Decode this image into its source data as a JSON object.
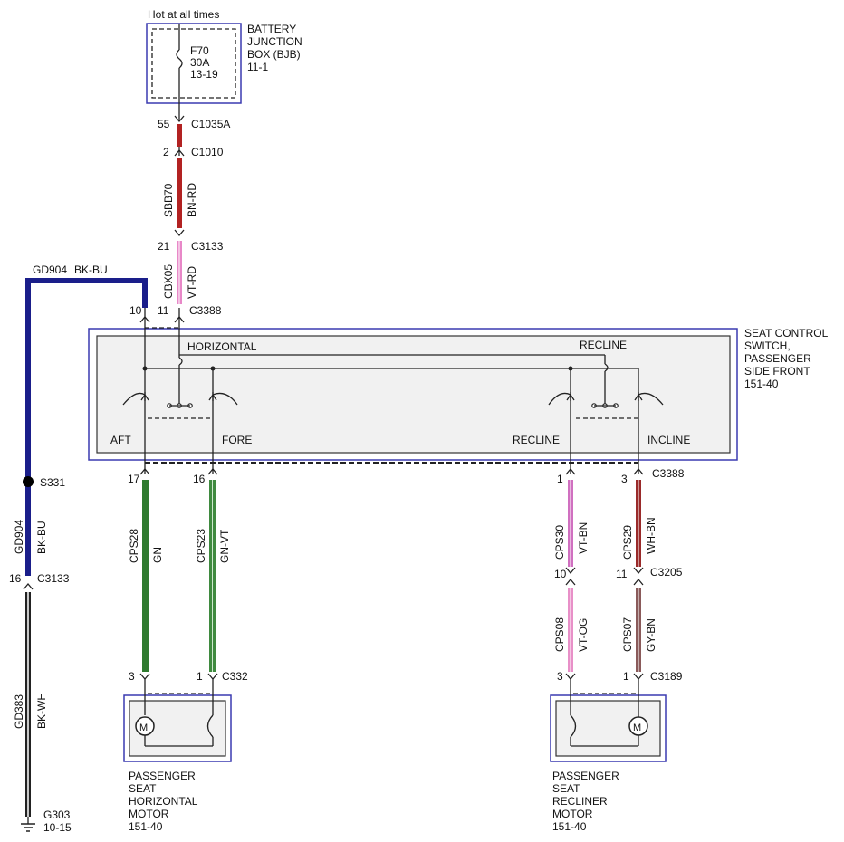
{
  "colors": {
    "bk_bu": "#1a1e8a",
    "bn_rd": "#b22222",
    "vt_rd": "#e888c8",
    "gn": "#2f7a2f",
    "gn_vt": "#3f8a3f",
    "vt_bn": "#d070c0",
    "wh_bn": "#9a2a2a",
    "vt_og": "#e890c8",
    "gy_bn": "#8a5a5a",
    "bk_wh": "#222222",
    "box_outline": "#3a3ab0"
  },
  "power": {
    "caption": "Hot at all times",
    "bjb_name": [
      "BATTERY",
      "JUNCTION",
      "BOX (BJB)",
      "11-1"
    ],
    "fuse": [
      "F70",
      "30A",
      "13-19"
    ]
  },
  "supply": {
    "c1035a_pin": "55",
    "c1035a": "C1035A",
    "c1010_pin": "2",
    "c1010": "C1010",
    "sbb70_circuit": "SBB70",
    "sbb70_color": "BN-RD",
    "c3133_pin": "21",
    "c3133": "C3133",
    "cbx05_circuit": "CBX05",
    "cbx05_color": "VT-RD",
    "c3388_pin": "11",
    "c3388": "C3388",
    "ground_pin": "10"
  },
  "ground": {
    "circuit_top": "GD904",
    "color_top": "BK-BU",
    "splice": "S331",
    "circuit_mid": "GD904",
    "color_mid": "BK-BU",
    "c3133_pin": "16",
    "c3133": "C3133",
    "circuit_low": "GD383",
    "color_low": "BK-WH",
    "ground_id": "G303",
    "ground_ref": "10-15"
  },
  "switch": {
    "name": [
      "SEAT CONTROL",
      "SWITCH,",
      "PASSENGER",
      "SIDE FRONT",
      "151-40"
    ],
    "horizontal": "HORIZONTAL",
    "recline_top": "RECLINE",
    "aft": "AFT",
    "fore": "FORE",
    "recline": "RECLINE",
    "incline": "INCLINE"
  },
  "horiz_wires": {
    "pin_aft": "17",
    "pin_fore": "16",
    "cps28": "CPS28",
    "gn": "GN",
    "cps23": "CPS23",
    "gn_vt": "GN-VT",
    "motor_pin_a": "3",
    "motor_pin_b": "1",
    "c332": "C332"
  },
  "recline_wires": {
    "pin_a": "1",
    "pin_b": "3",
    "c3388": "C3388",
    "cps30": "CPS30",
    "vt_bn": "VT-BN",
    "cps29": "CPS29",
    "wh_bn": "WH-BN",
    "c3205_pin_a": "10",
    "c3205_pin_b": "11",
    "c3205": "C3205",
    "cps08": "CPS08",
    "vt_og": "VT-OG",
    "cps07": "CPS07",
    "gy_bn": "GY-BN",
    "c3189_pin_a": "3",
    "c3189_pin_b": "1",
    "c3189": "C3189"
  },
  "motors": {
    "horizontal": [
      "PASSENGER",
      "SEAT",
      "HORIZONTAL",
      "MOTOR",
      "151-40"
    ],
    "recliner": [
      "PASSENGER",
      "SEAT",
      "RECLINER",
      "MOTOR",
      "151-40"
    ],
    "m_symbol": "M"
  }
}
